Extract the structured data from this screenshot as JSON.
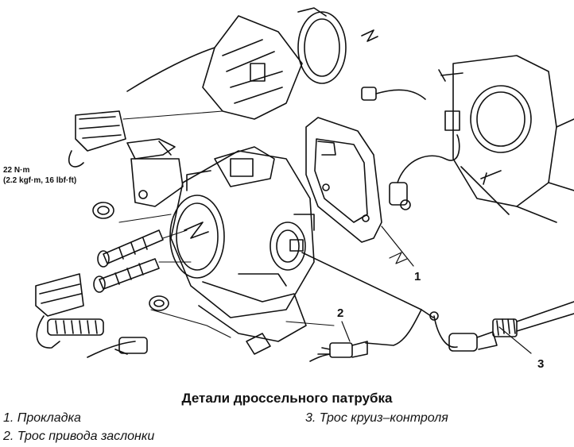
{
  "torque_spec": {
    "line1": "22 N·m",
    "line2": "(2.2 kgf·m, 16 lbf·ft)"
  },
  "callouts": [
    "1",
    "2",
    "3"
  ],
  "caption": {
    "title": "Детали дроссельного патрубка",
    "items": [
      "1. Прокладка",
      "2. Трос привода заслонки",
      "3. Трос круиз–контроля"
    ]
  },
  "colors": {
    "ink": "#111111",
    "paper": "#ffffff"
  }
}
